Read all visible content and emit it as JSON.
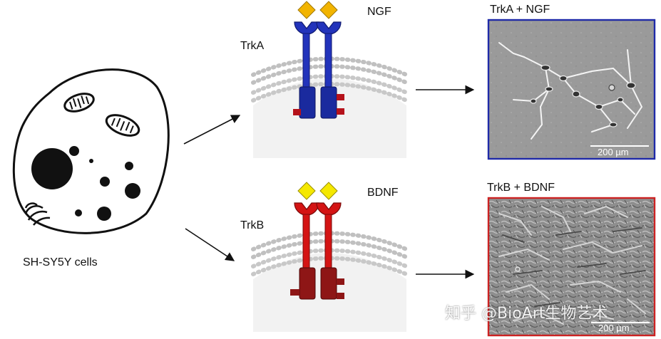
{
  "cell": {
    "label": "SH-SY5Y cells"
  },
  "trka": {
    "receptor_label": "TrkA",
    "ligand_label": "NGF",
    "panel_title": "TrkA + NGF",
    "scale_label": "200 µm",
    "receptor_color": "#2233bb",
    "ligand_color": "#f2b400",
    "panel_border_color": "#1f2aa8"
  },
  "trkb": {
    "receptor_label": "TrkB",
    "ligand_label": "BDNF",
    "panel_title": "TrkB + BDNF",
    "scale_label": "200 µm",
    "receptor_color": "#d41414",
    "ligand_color": "#f5e800",
    "panel_border_color": "#cc2222"
  },
  "watermark": "知乎 @BioArt生物艺术"
}
